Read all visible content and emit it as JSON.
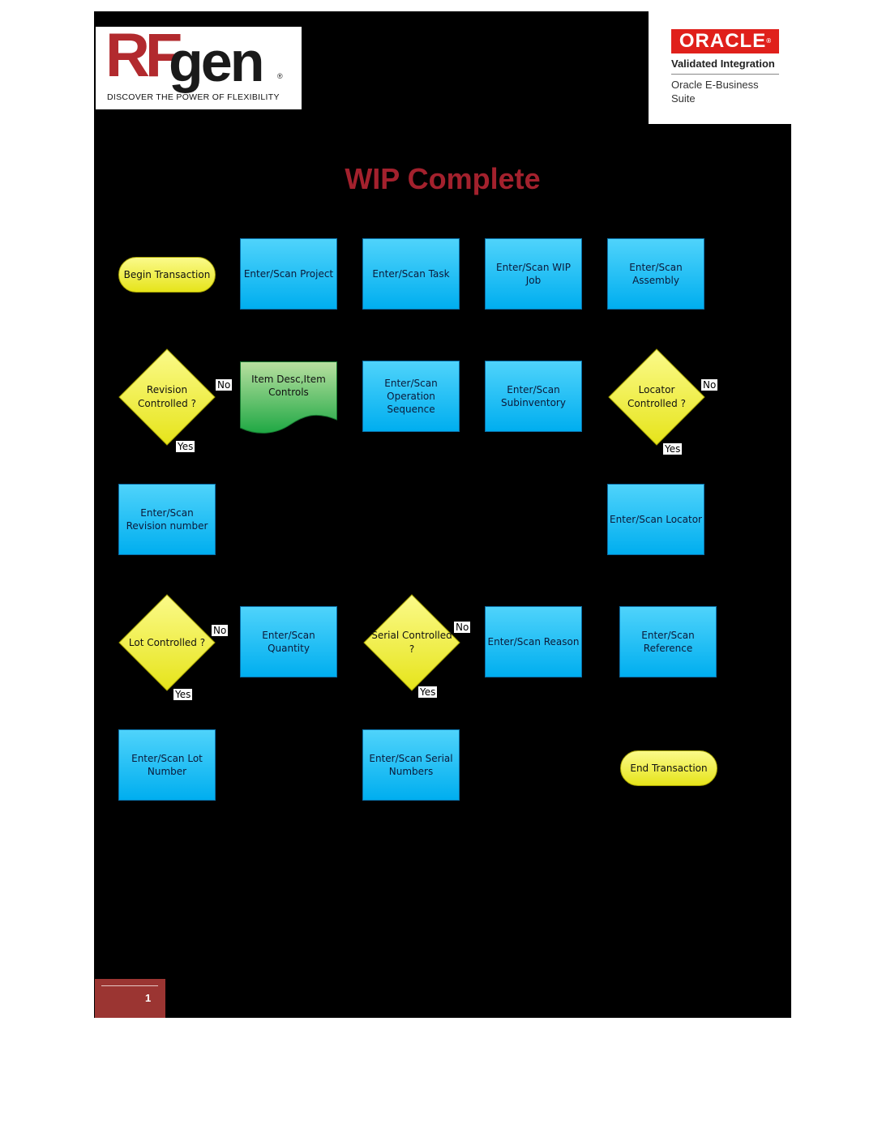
{
  "header": {
    "brand_rf": "RF",
    "brand_gen": "gen",
    "brand_reg": "®",
    "tagline": "DISCOVER THE POWER OF FLEXIBILITY",
    "oracle_logo": "ORACLE",
    "oracle_reg": "®",
    "oracle_validated": "Validated Integration",
    "oracle_suite": "Oracle E-Business Suite"
  },
  "title": "WIP Complete",
  "nodes": {
    "begin": "Begin Transaction",
    "project": "Enter/Scan Project",
    "task": "Enter/Scan Task",
    "wip_job": "Enter/Scan WIP Job",
    "assembly": "Enter/Scan Assembly",
    "revision_controlled": "Revision Controlled ?",
    "item_desc": "Item Desc,Item Controls",
    "operation_sequence": "Enter/Scan Operation Sequence",
    "subinventory": "Enter/Scan Subinventory",
    "locator_controlled": "Locator Controlled ?",
    "revision_number": "Enter/Scan Revision number",
    "locator": "Enter/Scan Locator",
    "lot_controlled": "Lot Controlled ?",
    "quantity": "Enter/Scan Quantity",
    "serial_controlled": "Serial Controlled ?",
    "reason": "Enter/Scan Reason",
    "reference": "Enter/Scan Reference",
    "lot_number": "Enter/Scan Lot Number",
    "serial_numbers": "Enter/Scan Serial Numbers",
    "end": "End Transaction"
  },
  "branch_labels": {
    "no": "No",
    "yes": "Yes"
  },
  "colors": {
    "process": "#00aeef",
    "decision": "#e6e41a",
    "document": "#2fb34a",
    "title": "#a3212d",
    "oracle_red": "#e0201b",
    "footer": "#9b3532"
  },
  "footer": {
    "page_number": "1"
  }
}
